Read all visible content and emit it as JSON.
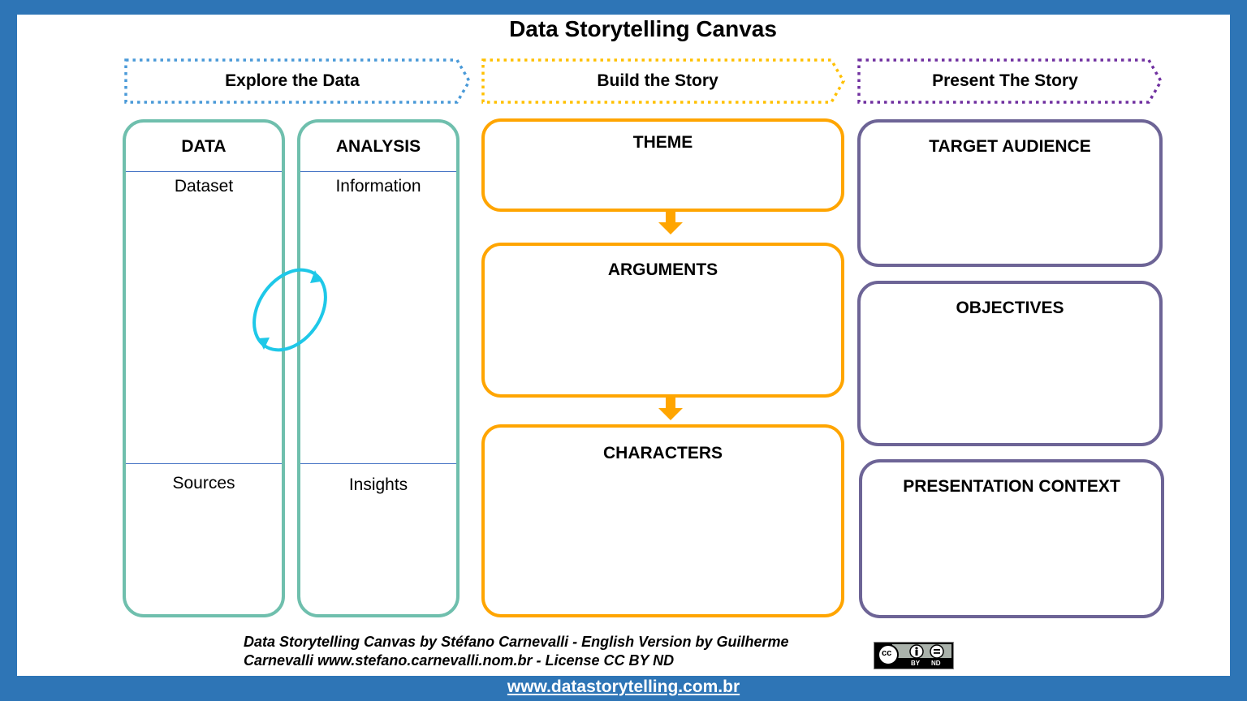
{
  "title": "Data Storytelling Canvas",
  "phases": [
    {
      "label": "Explore the Data",
      "color": "#4a9ad8"
    },
    {
      "label": "Build the Story",
      "color": "#ffc000"
    },
    {
      "label": "Present The Story",
      "color": "#7030a0"
    }
  ],
  "explore": {
    "data": {
      "title": "DATA",
      "top_label": "Dataset",
      "bottom_label": "Sources"
    },
    "analysis": {
      "title": "ANALYSIS",
      "top_label": "Information",
      "bottom_label": "Insights"
    },
    "cycle_icon": "cycle-arrows-icon"
  },
  "story": {
    "theme": "THEME",
    "arguments": "ARGUMENTS",
    "characters": "CHARACTERS"
  },
  "present": {
    "target_audience": "TARGET AUDIENCE",
    "objectives": "OBJECTIVES",
    "presentation_context": "PRESENTATION CONTEXT"
  },
  "footer": {
    "credit_line1": "Data Storytelling Canvas by Stéfano Carnevalli   - English Version by Guilherme",
    "credit_line2": "Carnevalli  www.stefano.carnevalli.nom.br  - License CC BY ND",
    "license_badge": {
      "cc": "cc",
      "by": "BY",
      "nd": "ND"
    },
    "website": "www.datastorytelling.com.br"
  },
  "colors": {
    "frame": "#2e75b6",
    "explore_border": "#6fbfad",
    "story_border": "#ffa500",
    "present_border": "#6d6496",
    "cycle": "#1ec8e8"
  }
}
